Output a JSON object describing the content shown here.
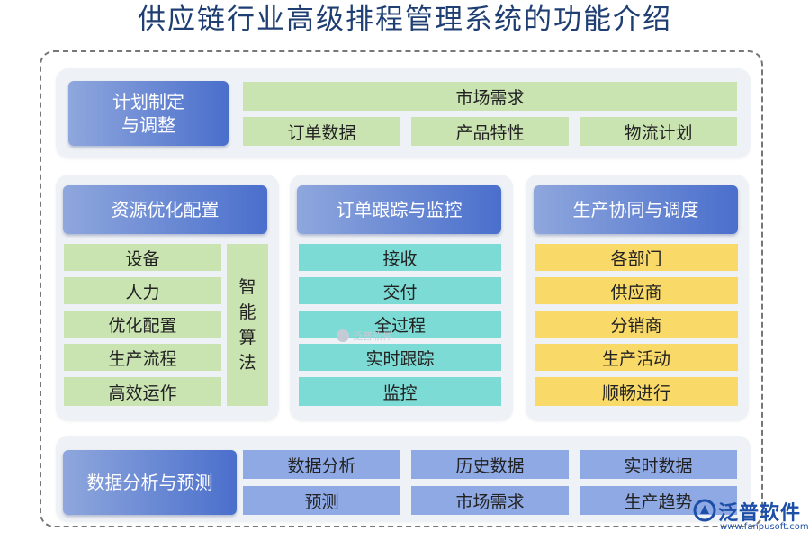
{
  "title": "供应链行业高级排程管理系统的功能介绍",
  "planning": {
    "head_line1": "计划制定",
    "head_line2": "与调整",
    "market": "市场需求",
    "items": [
      "订单数据",
      "产品特性",
      "物流计划"
    ]
  },
  "resource": {
    "head": "资源优化配置",
    "items": [
      "设备",
      "人力",
      "优化配置",
      "生产流程",
      "高效运作"
    ],
    "side": [
      "智",
      "能",
      "算",
      "法"
    ]
  },
  "order": {
    "head": "订单跟踪与监控",
    "items": [
      "接收",
      "交付",
      "全过程",
      "实时跟踪",
      "监控"
    ]
  },
  "production": {
    "head": "生产协同与调度",
    "items": [
      "各部门",
      "供应商",
      "分销商",
      "生产活动",
      "顺畅进行"
    ]
  },
  "analysis": {
    "head": "数据分析与预测",
    "row1": [
      "数据分析",
      "历史数据",
      "实时数据"
    ],
    "row2": [
      "预测",
      "市场需求",
      "生产趋势"
    ]
  },
  "watermark": "泛普软件",
  "logo": {
    "name": "泛普软件",
    "url": "www.fanpusoft.com",
    "icon": "fanpu-logo-icon"
  },
  "colors": {
    "header_gradient": [
      "#8fa7dd",
      "#4a6fcc"
    ],
    "green": "#c9e3b1",
    "teal": "#7ddbd5",
    "yellow": "#f9d967",
    "blue": "#8ea9e4",
    "panel": "#eef1f5",
    "title": "#1f3f73"
  }
}
